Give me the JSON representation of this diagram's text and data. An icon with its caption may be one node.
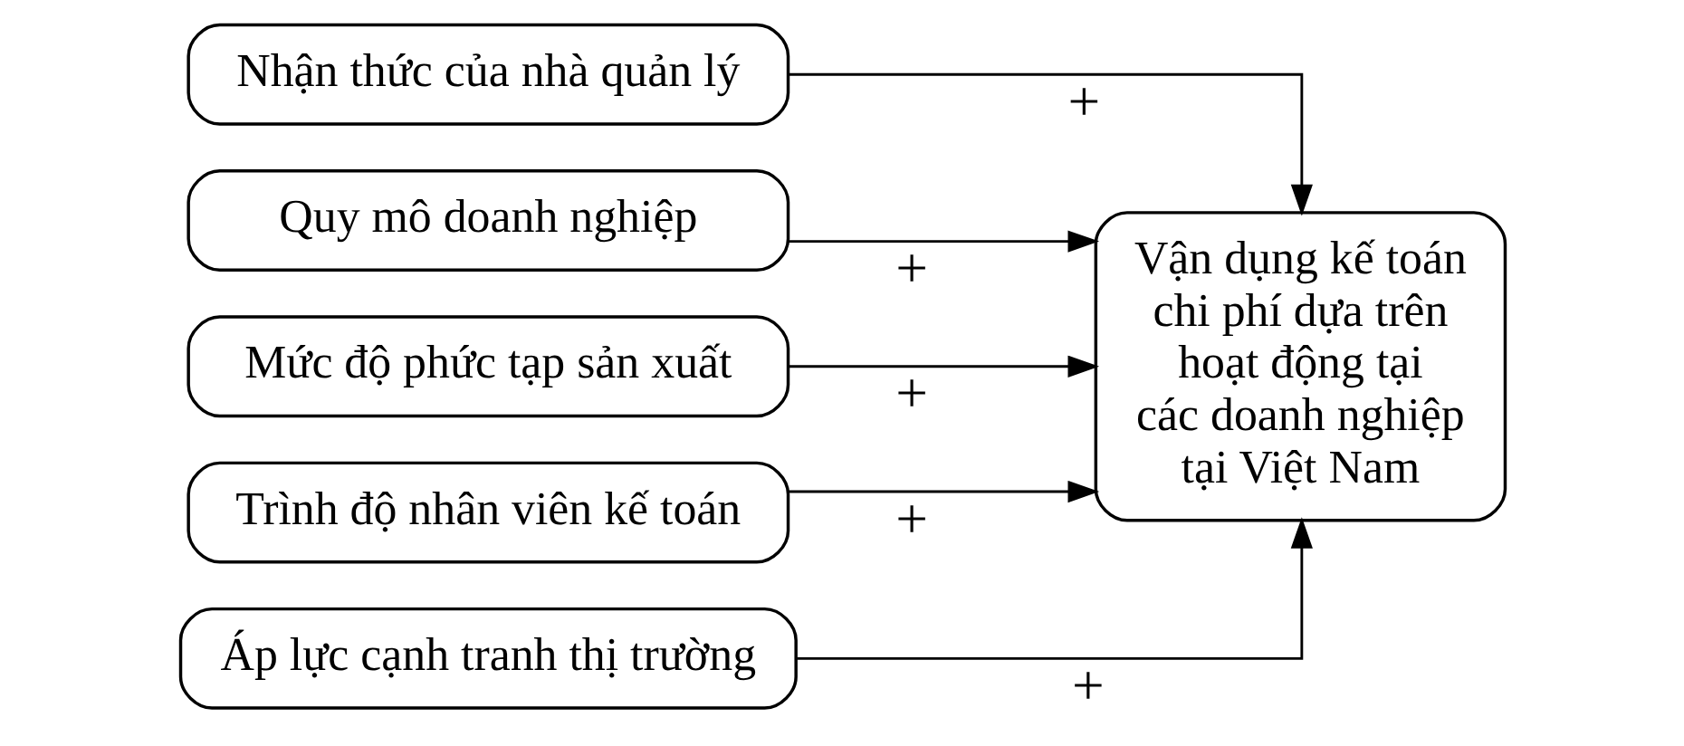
{
  "diagram": {
    "nodes": [
      {
        "text": [
          "Nhận thức của nhà quản lý"
        ]
      },
      {
        "text": [
          "Quy mô doanh nghiệp"
        ]
      },
      {
        "text": [
          "Mức độ phức tạp sản xuất"
        ]
      },
      {
        "text": [
          "Trình độ nhân viên kế toán"
        ]
      },
      {
        "text": [
          "Áp lực cạnh tranh thị trường"
        ]
      },
      {
        "text": [
          "Vận dụng kế toán chi phí dựa trên hoạt động tại các doanh nghiệp tại Việt Nam"
        ]
      }
    ],
    "edges": [
      {
        "from": 0,
        "to": 5,
        "arrow": "to",
        "label": "+"
      },
      {
        "from": 1,
        "to": 5,
        "arrow": "to",
        "label": "+"
      },
      {
        "from": 2,
        "to": 5,
        "arrow": "to",
        "label": "+"
      },
      {
        "from": 3,
        "to": 5,
        "arrow": "to",
        "label": "+"
      },
      {
        "from": 4,
        "to": 5,
        "arrow": "to",
        "label": "+"
      }
    ]
  }
}
